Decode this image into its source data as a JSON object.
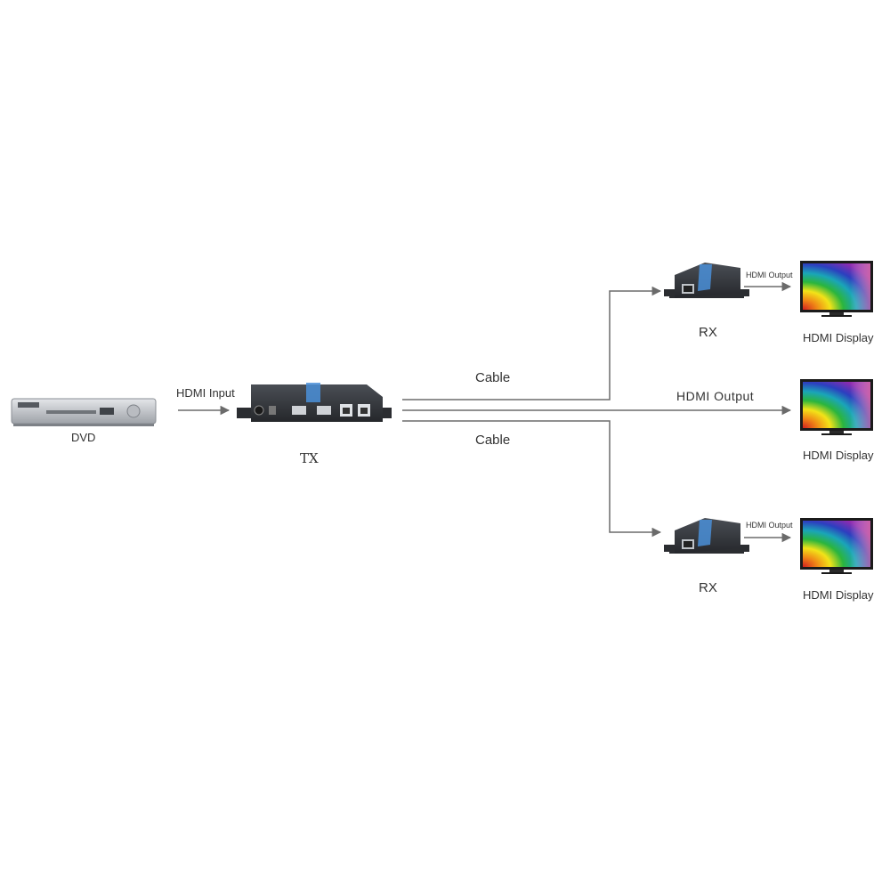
{
  "labels": {
    "dvd": "DVD",
    "hdmi_input": "HDMI Input",
    "tx": "TX",
    "cable_top": "Cable",
    "cable_bottom": "Cable",
    "hdmi_output_main": "HDMI Output",
    "rx_top": "RX",
    "rx_bottom": "RX",
    "hdmi_output_top": "HDMI Output",
    "hdmi_output_bottom": "HDMI Output",
    "display_top": "HDMI Display",
    "display_middle": "HDMI Display",
    "display_bottom": "HDMI Display"
  },
  "colors": {
    "line": "#6b6b6b",
    "device_dark": "#3a3d42",
    "device_accent": "#4a8fd8",
    "dvd_body": "#c9ccd0"
  },
  "icons": [
    "dvd-player-icon",
    "tx-extender-icon",
    "rx-extender-icon",
    "hdmi-display-icon"
  ]
}
